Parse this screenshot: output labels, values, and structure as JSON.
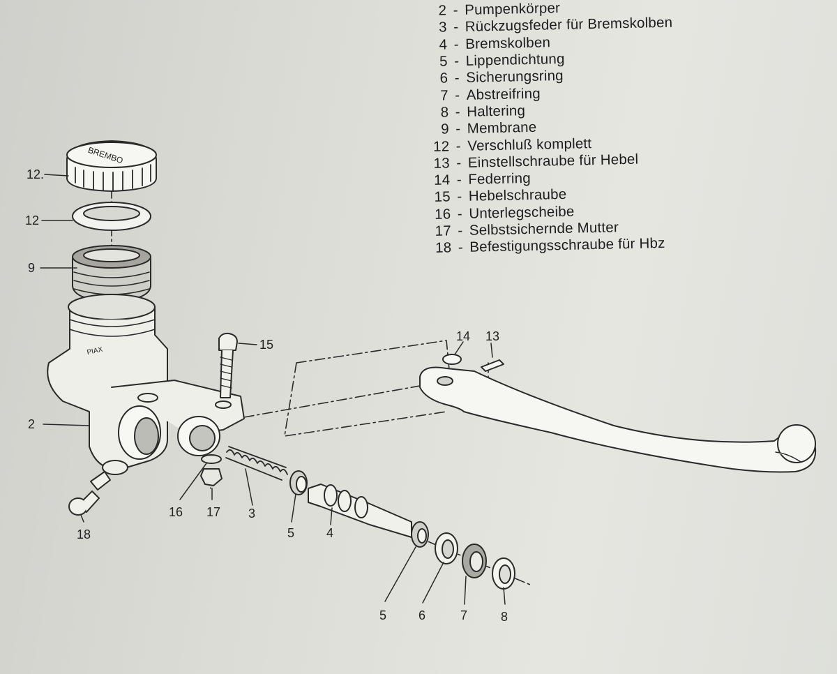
{
  "legend": [
    {
      "num": "2",
      "text": "Pumpenkörper"
    },
    {
      "num": "3",
      "text": "Rückzugsfeder für Bremskolben"
    },
    {
      "num": "4",
      "text": "Bremskolben"
    },
    {
      "num": "5",
      "text": "Lippendichtung"
    },
    {
      "num": "6",
      "text": "Sicherungsring"
    },
    {
      "num": "7",
      "text": "Abstreifring"
    },
    {
      "num": "8",
      "text": "Haltering"
    },
    {
      "num": "9",
      "text": "Membrane"
    },
    {
      "num": "12",
      "text": "Verschluß komplett"
    },
    {
      "num": "13",
      "text": "Einstellschraube für Hebel"
    },
    {
      "num": "14",
      "text": "Federring"
    },
    {
      "num": "15",
      "text": "Hebelschraube"
    },
    {
      "num": "16",
      "text": "Unterlegscheibe"
    },
    {
      "num": "17",
      "text": "Selbstsichernde Mutter"
    },
    {
      "num": "18",
      "text": "Befestigungsschraube für Hbz"
    }
  ],
  "dash": "-",
  "callouts": {
    "c12a": "12.",
    "c12b": "12",
    "c9": "9",
    "c15": "15",
    "c14": "14",
    "c13": "13",
    "c2": "2",
    "c16": "16",
    "c17": "17",
    "c3": "3",
    "c5a": "5",
    "c4": "4",
    "c18": "18",
    "c5b": "5",
    "c6": "6",
    "c7": "7",
    "c8": "8"
  },
  "cap_text": "BREMBO",
  "body_text": "PIAX"
}
